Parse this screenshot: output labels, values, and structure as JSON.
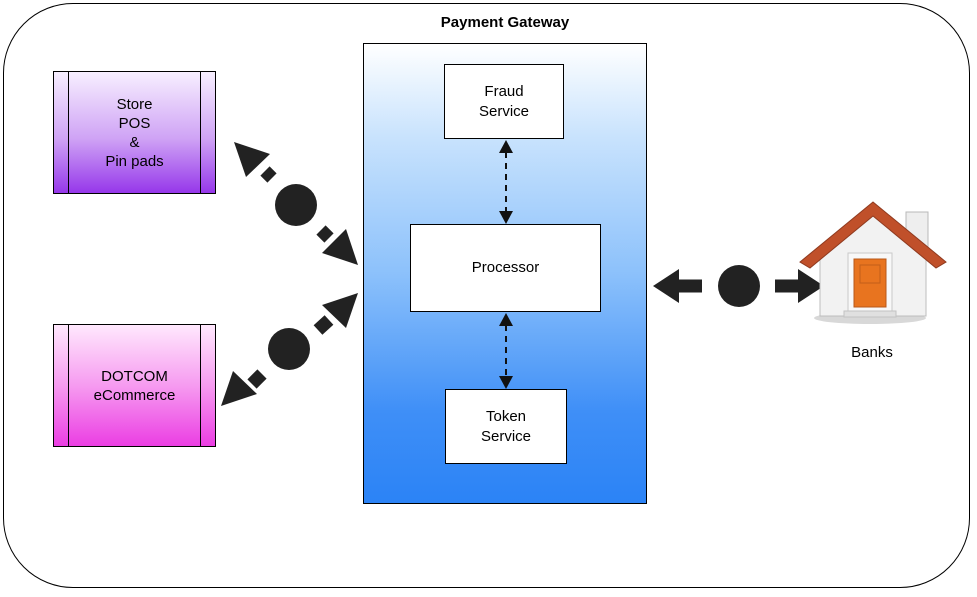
{
  "gateway": {
    "title": "Payment Gateway",
    "fraud_service": [
      "Fraud",
      "Service"
    ],
    "processor": "Processor",
    "token_service": [
      "Token",
      "Service"
    ]
  },
  "clients": {
    "store": [
      "Store",
      "POS",
      "&",
      "Pin pads"
    ],
    "dotcom": [
      "DOTCOM",
      "eCommerce"
    ]
  },
  "banks": {
    "label": "Banks"
  },
  "colors": {
    "store_fill": "#9637ea",
    "dotcom_fill": "#eb3ee3",
    "gateway_fill": "#2b83f6",
    "house_roof": "#c0502a",
    "house_door": "#e8741f",
    "arrow": "#222222"
  }
}
